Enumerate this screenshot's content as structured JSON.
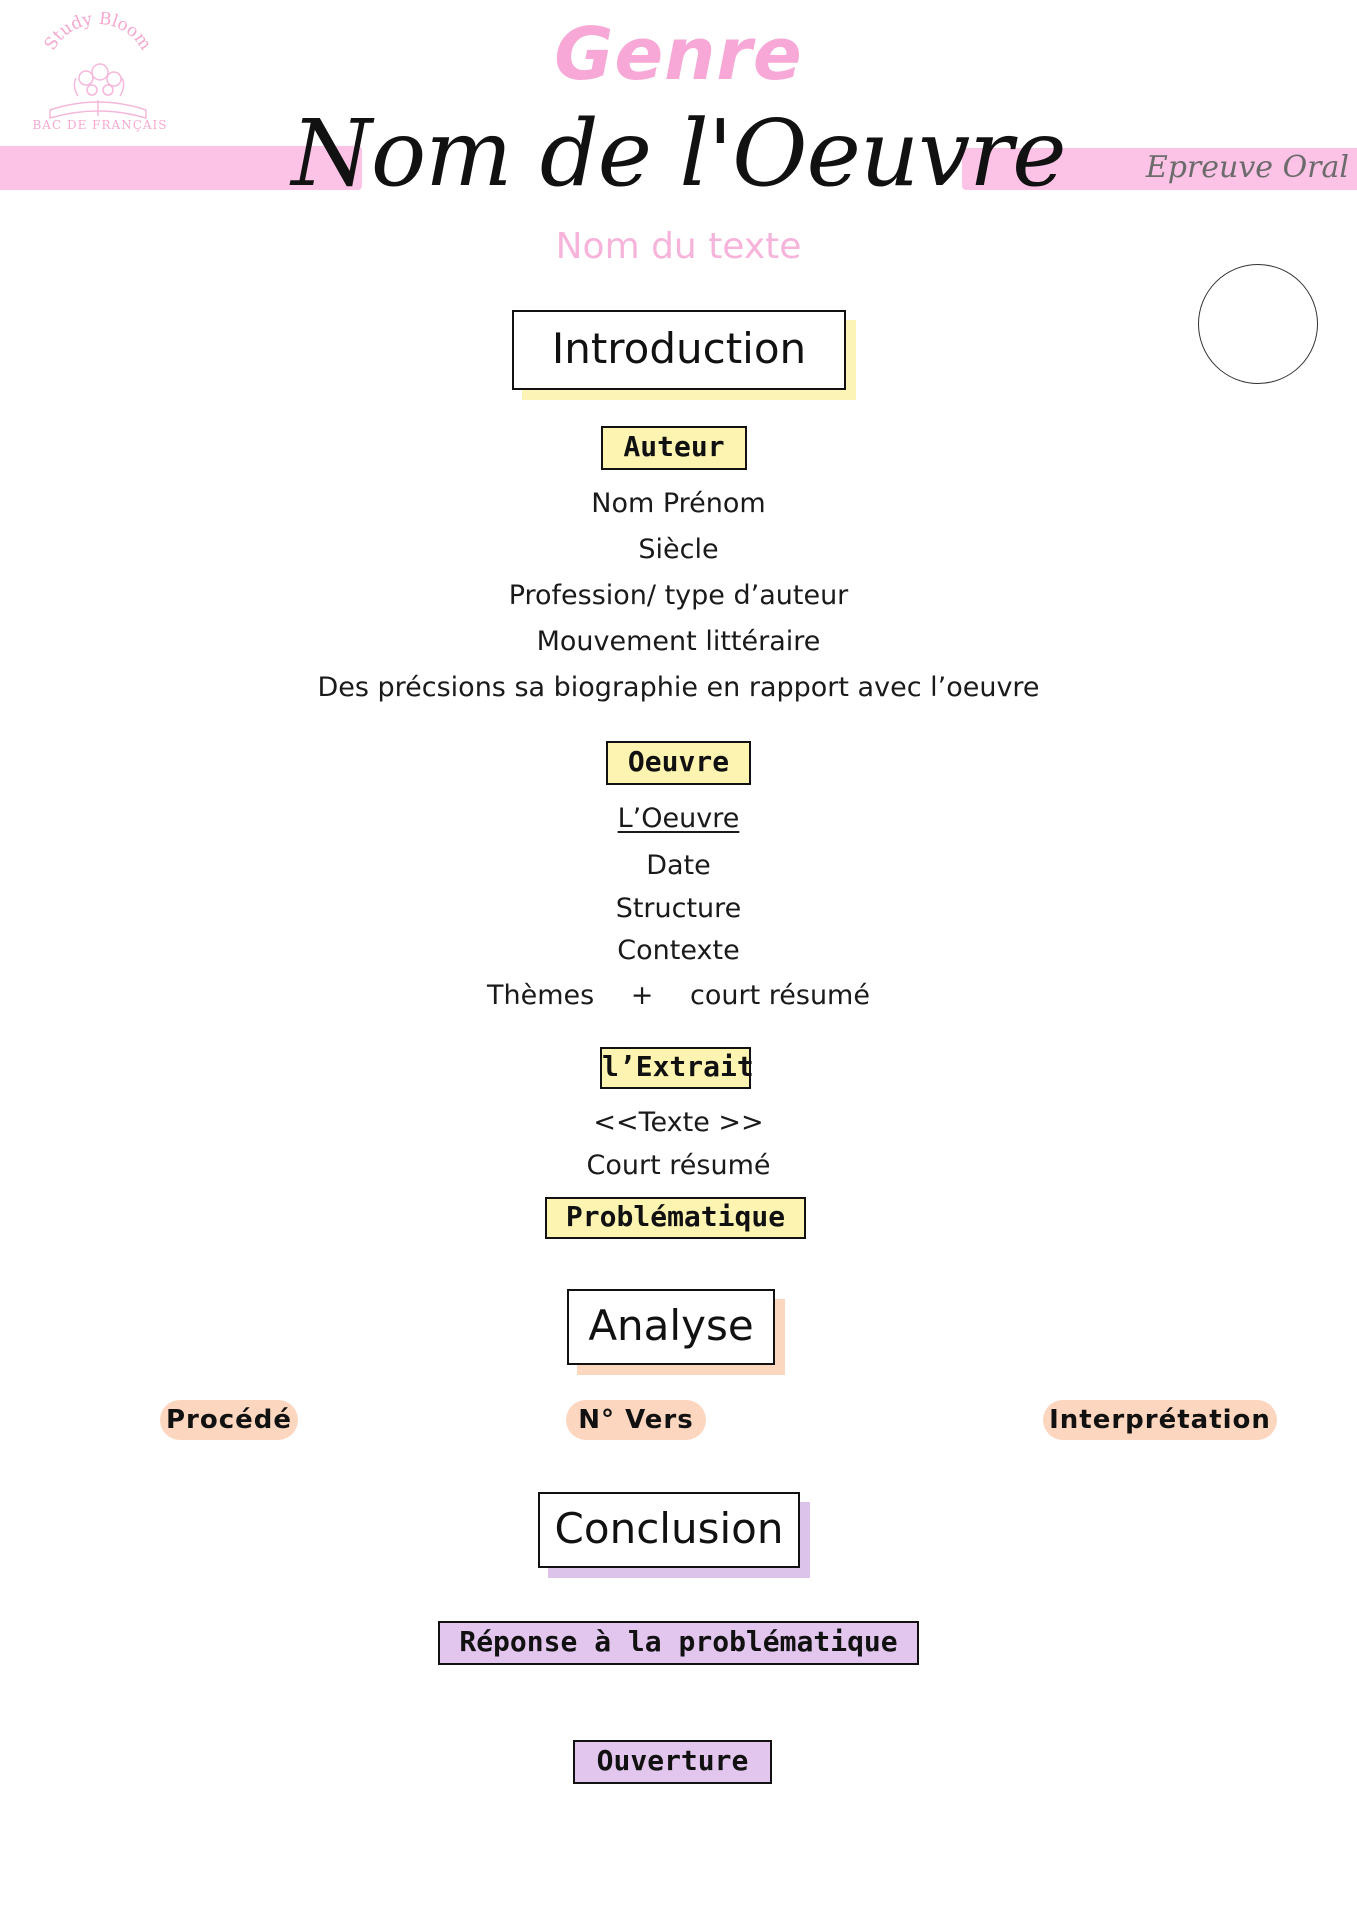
{
  "header": {
    "genre": "Genre",
    "oeuvre_title": "Nom de l'Oeuvre",
    "text_name": "Nom du texte",
    "exam_label": "Epreuve Oral",
    "logo_brand": "Study Bloom",
    "logo_subtitle": "BAC DE FRANÇAIS"
  },
  "introduction": {
    "title": "Introduction",
    "auteur": {
      "label": "Auteur",
      "items": [
        "Nom Prénom",
        "Siècle",
        "Profession/ type d’auteur",
        "Mouvement littéraire",
        "Des précsions sa biographie en rapport avec l’oeuvre"
      ]
    },
    "oeuvre": {
      "label": "Oeuvre",
      "items": [
        "L’Oeuvre",
        "Date",
        "Structure",
        "Contexte"
      ],
      "themes": "Thèmes",
      "plus": "+",
      "resume": "court résumé"
    },
    "extrait": {
      "label": "l’Extrait",
      "items": [
        "<<Texte >>",
        "Court résumé"
      ]
    },
    "problematique": "Problématique"
  },
  "analyse": {
    "title": "Analyse",
    "columns": [
      "Procédé",
      "N° Vers",
      "Interprétation"
    ]
  },
  "conclusion": {
    "title": "Conclusion",
    "reponse": "Réponse à la problématique",
    "ouverture": "Ouverture"
  },
  "colors": {
    "pink": "#fcc3e6",
    "yellow": "#fcf4b0",
    "peach": "#fcd6bf",
    "purple": "#e2c6ee"
  }
}
